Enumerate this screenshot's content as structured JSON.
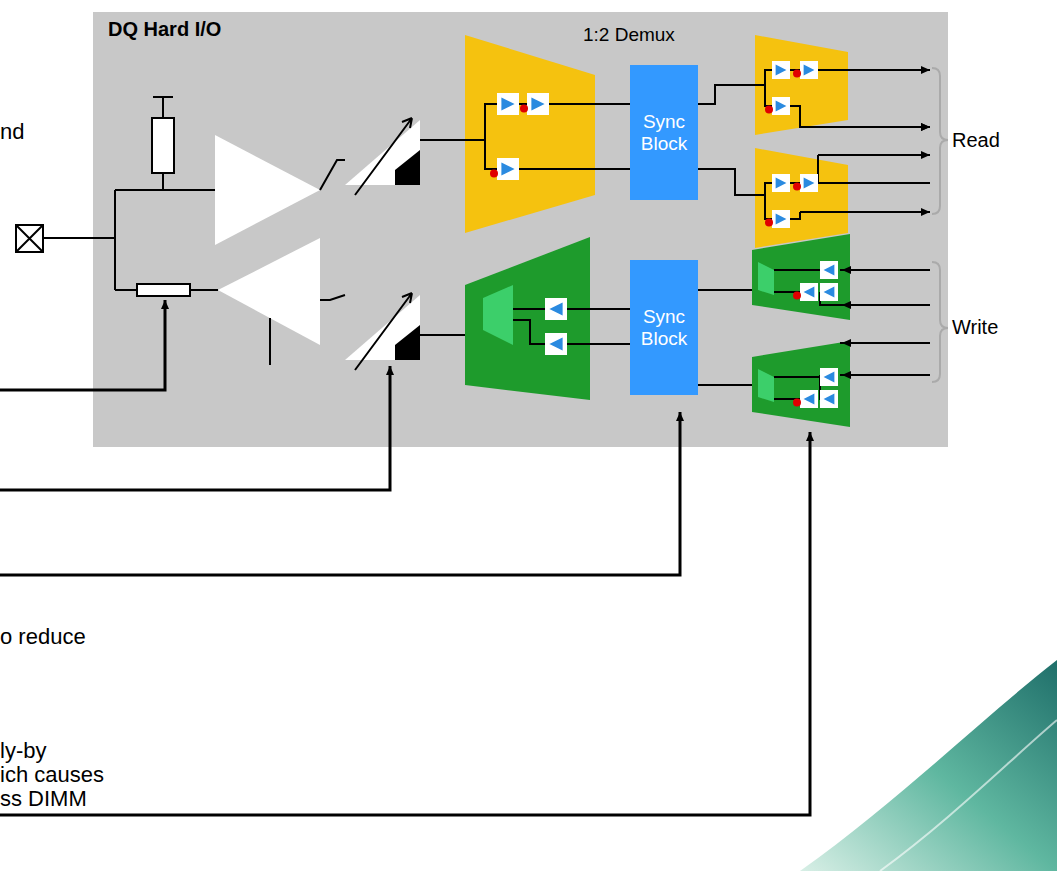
{
  "diagram": {
    "nodes": [
      {
        "text": [
          "DQ Hard I/O"
        ]
      },
      {
        "text": [
          "Sync Block"
        ],
        "in": 0
      },
      {
        "text": [
          "Sync Block"
        ],
        "in": 0
      }
    ],
    "labels": [
      "1:2 Demux",
      "Read",
      "Write",
      "nd",
      "o reduce",
      "ly-by",
      "ich causes",
      "ss DIMM"
    ]
  }
}
